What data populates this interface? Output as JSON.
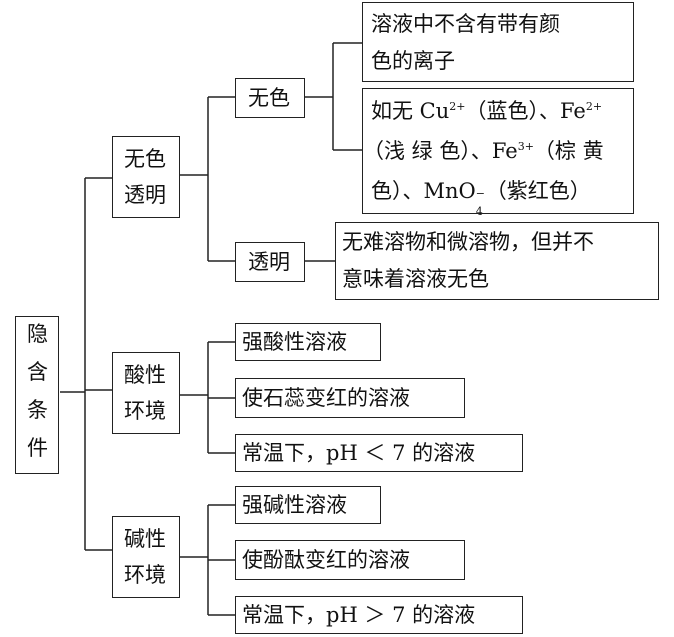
{
  "root": {
    "chars": [
      "隐",
      "含",
      "条",
      "件"
    ]
  },
  "categories": [
    {
      "lines": [
        "无色",
        "透明"
      ],
      "subs": [
        {
          "label": "无色",
          "details": [
            {
              "lines": [
                "溶液中不含有带有颜",
                "色的离子"
              ]
            },
            {
              "rich": [
                [
                  {
                    "t": "如无 Cu"
                  },
                  {
                    "sup": "2+"
                  },
                  {
                    "t": "（蓝色）、Fe"
                  },
                  {
                    "sup": "2+"
                  }
                ],
                [
                  {
                    "t": "（浅 绿 色）、Fe"
                  },
                  {
                    "sup": "3+"
                  },
                  {
                    "t": "（棕 黄"
                  }
                ],
                [
                  {
                    "t": "色）、MnO"
                  },
                  {
                    "sup": "−"
                  },
                  {
                    "sub": "4"
                  },
                  {
                    "t": "（紫红色）"
                  }
                ]
              ]
            }
          ]
        },
        {
          "label": "透明",
          "details": [
            {
              "lines": [
                "无难溶物和微溶物，但并不",
                "意味着溶液无色"
              ]
            }
          ]
        }
      ]
    },
    {
      "lines": [
        "酸性",
        "环境"
      ],
      "items": [
        "强酸性溶液",
        "使石蕊变红的溶液",
        "常温下，pH ＜ 7 的溶液"
      ]
    },
    {
      "lines": [
        "碱性",
        "环境"
      ],
      "items": [
        "强碱性溶液",
        "使酚酞变红的溶液",
        "常温下，pH ＞ 7 的溶液"
      ]
    }
  ]
}
